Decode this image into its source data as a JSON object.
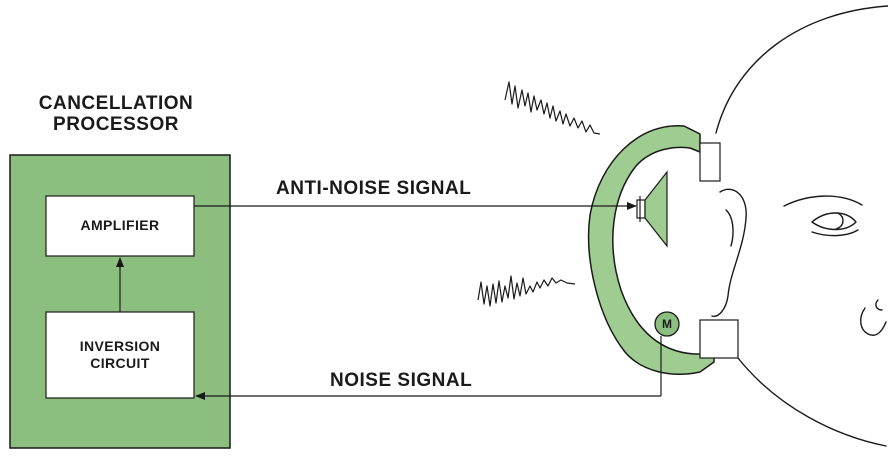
{
  "processor": {
    "title_line1": "CANCELLATION",
    "title_line2": "PROCESSOR",
    "amplifier_label": "AMPLIFIER",
    "inversion_label": "INVERSION\nCIRCUIT"
  },
  "signals": {
    "anti_noise_label": "ANTI-NOISE SIGNAL",
    "noise_label": "NOISE SIGNAL"
  },
  "microphone": {
    "letter": "M"
  },
  "colors": {
    "processor_fill": "#8cbf7f",
    "earcup_fill": "#9fcc90",
    "line": "#1a1a1a",
    "box_fill": "#ffffff"
  },
  "icons": [
    "speaker-icon",
    "microphone-icon",
    "noise-waveform-icon",
    "head-illustration"
  ]
}
